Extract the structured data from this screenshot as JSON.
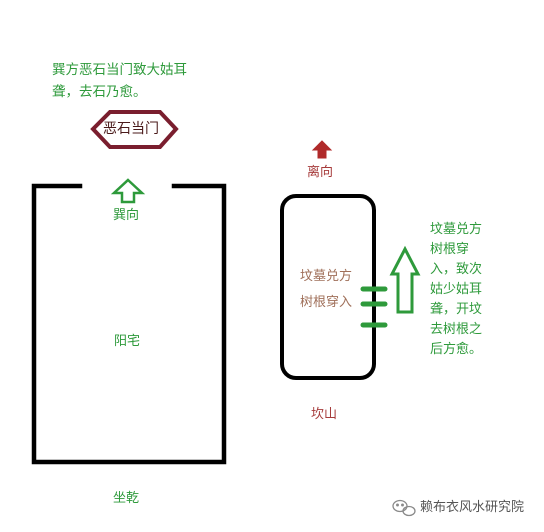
{
  "colors": {
    "green": "#2e9a3b",
    "red": "#a63a3a",
    "dark_red": "#7a1e2e",
    "brown": "#a0705a",
    "black": "#000000"
  },
  "top_note": {
    "line1": "巽方恶石当门致大姑耳",
    "line2": "聋，去石乃愈。"
  },
  "stone_label": "恶石当门",
  "xun_label": "巽向",
  "house_label": "阳宅",
  "zuo_label": "坐乾",
  "li_label": "离向",
  "grave_label": {
    "line1": "坟墓兑方",
    "line2": "树根穿入"
  },
  "kan_label": "坎山",
  "right_note": [
    "坟墓兑方",
    "树根穿",
    "入，致次",
    "姑少姑耳",
    "聋，开坟",
    "去树根之",
    "后方愈。"
  ],
  "watermark": "赖布衣风水研究院",
  "icons": {
    "up_arrow_green": "up-arrow-icon",
    "up_arrow_red": "up-arrow-icon",
    "stone_hexagon": "hexagon-stone-icon",
    "wechat": "wechat-icon"
  }
}
